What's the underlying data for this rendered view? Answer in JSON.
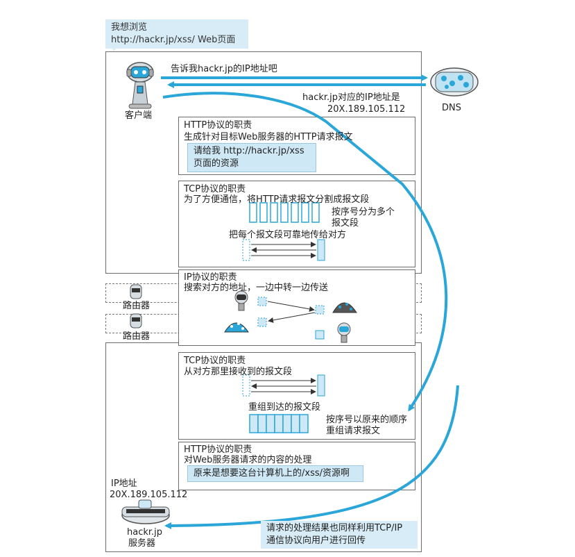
{
  "top_callout": {
    "line1": "我想浏览",
    "line2": "http://hackr.jp/xss/ Web页面"
  },
  "client": {
    "label": "客户端"
  },
  "dns": {
    "label": "DNS",
    "request": "告诉我hackr.jp的IP地址吧",
    "reply_line1": "hackr.jp对应的IP地址是",
    "reply_line2": "20X.189.105.112"
  },
  "http_send": {
    "title": "HTTP协议的职责",
    "desc": "生成针对目标Web服务器的HTTP请求报文",
    "msg_line1": "请给我 http://hackr.jp/xss",
    "msg_line2": "页面的资源"
  },
  "tcp_send": {
    "title": "TCP协议的职责",
    "desc": "为了方便通信，将HTTP请求报文分割成报文段",
    "note_line1": "按序号分为多个",
    "note_line2": "报文段",
    "note2": "把每个报文段可靠地传给对方"
  },
  "ip": {
    "title": "IP协议的职责",
    "desc": "搜索对方的地址，一边中转一边传送"
  },
  "routers": [
    {
      "label": "路由器"
    },
    {
      "label": "路由器"
    }
  ],
  "tcp_recv": {
    "title": "TCP协议的职责",
    "desc": "从对方那里接收到的报文段",
    "note1": "重组到达的报文段",
    "note2_line1": "按序号以原来的顺序",
    "note2_line2": "重组请求报文"
  },
  "http_recv": {
    "title": "HTTP协议的职责",
    "desc": "对Web服务器请求的内容的处理",
    "msg": "原来是想要这台计算机上的/xss/资源啊"
  },
  "server": {
    "ip_label": "IP地址",
    "ip": "20X.189.105.112",
    "name_line1": "hackr.jp",
    "name_line2": "服务器"
  },
  "result_note": {
    "line1": "请求的处理结果也同样利用TCP/IP",
    "line2": "通信协议向用户进行回传"
  },
  "colors": {
    "accent": "#2aa6d8",
    "panel": "#cfe8f5",
    "border": "#6b6b6b"
  }
}
